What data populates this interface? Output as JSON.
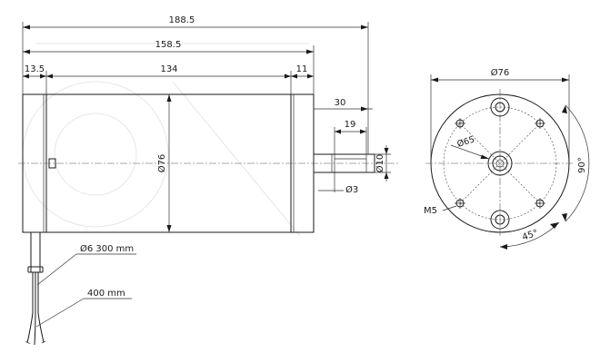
{
  "side_view": {
    "overall_length": "188.5",
    "body_length": "158.5",
    "rear_cap": "13.5",
    "main_body": "134",
    "front_flange": "11",
    "body_diameter": "Ø76",
    "shaft_length_total": "30",
    "shaft_length_flat": "19",
    "shaft_diameter": "Ø10",
    "flat_depth": "Ø3"
  },
  "cables": {
    "cable_spec": "Ø6 300 mm",
    "wire_length": "400 mm"
  },
  "front_view": {
    "flange_diameter": "Ø76",
    "bolt_circle": "Ø65",
    "thread": "M5",
    "angle_top": "90°",
    "angle_bottom": "45°"
  }
}
